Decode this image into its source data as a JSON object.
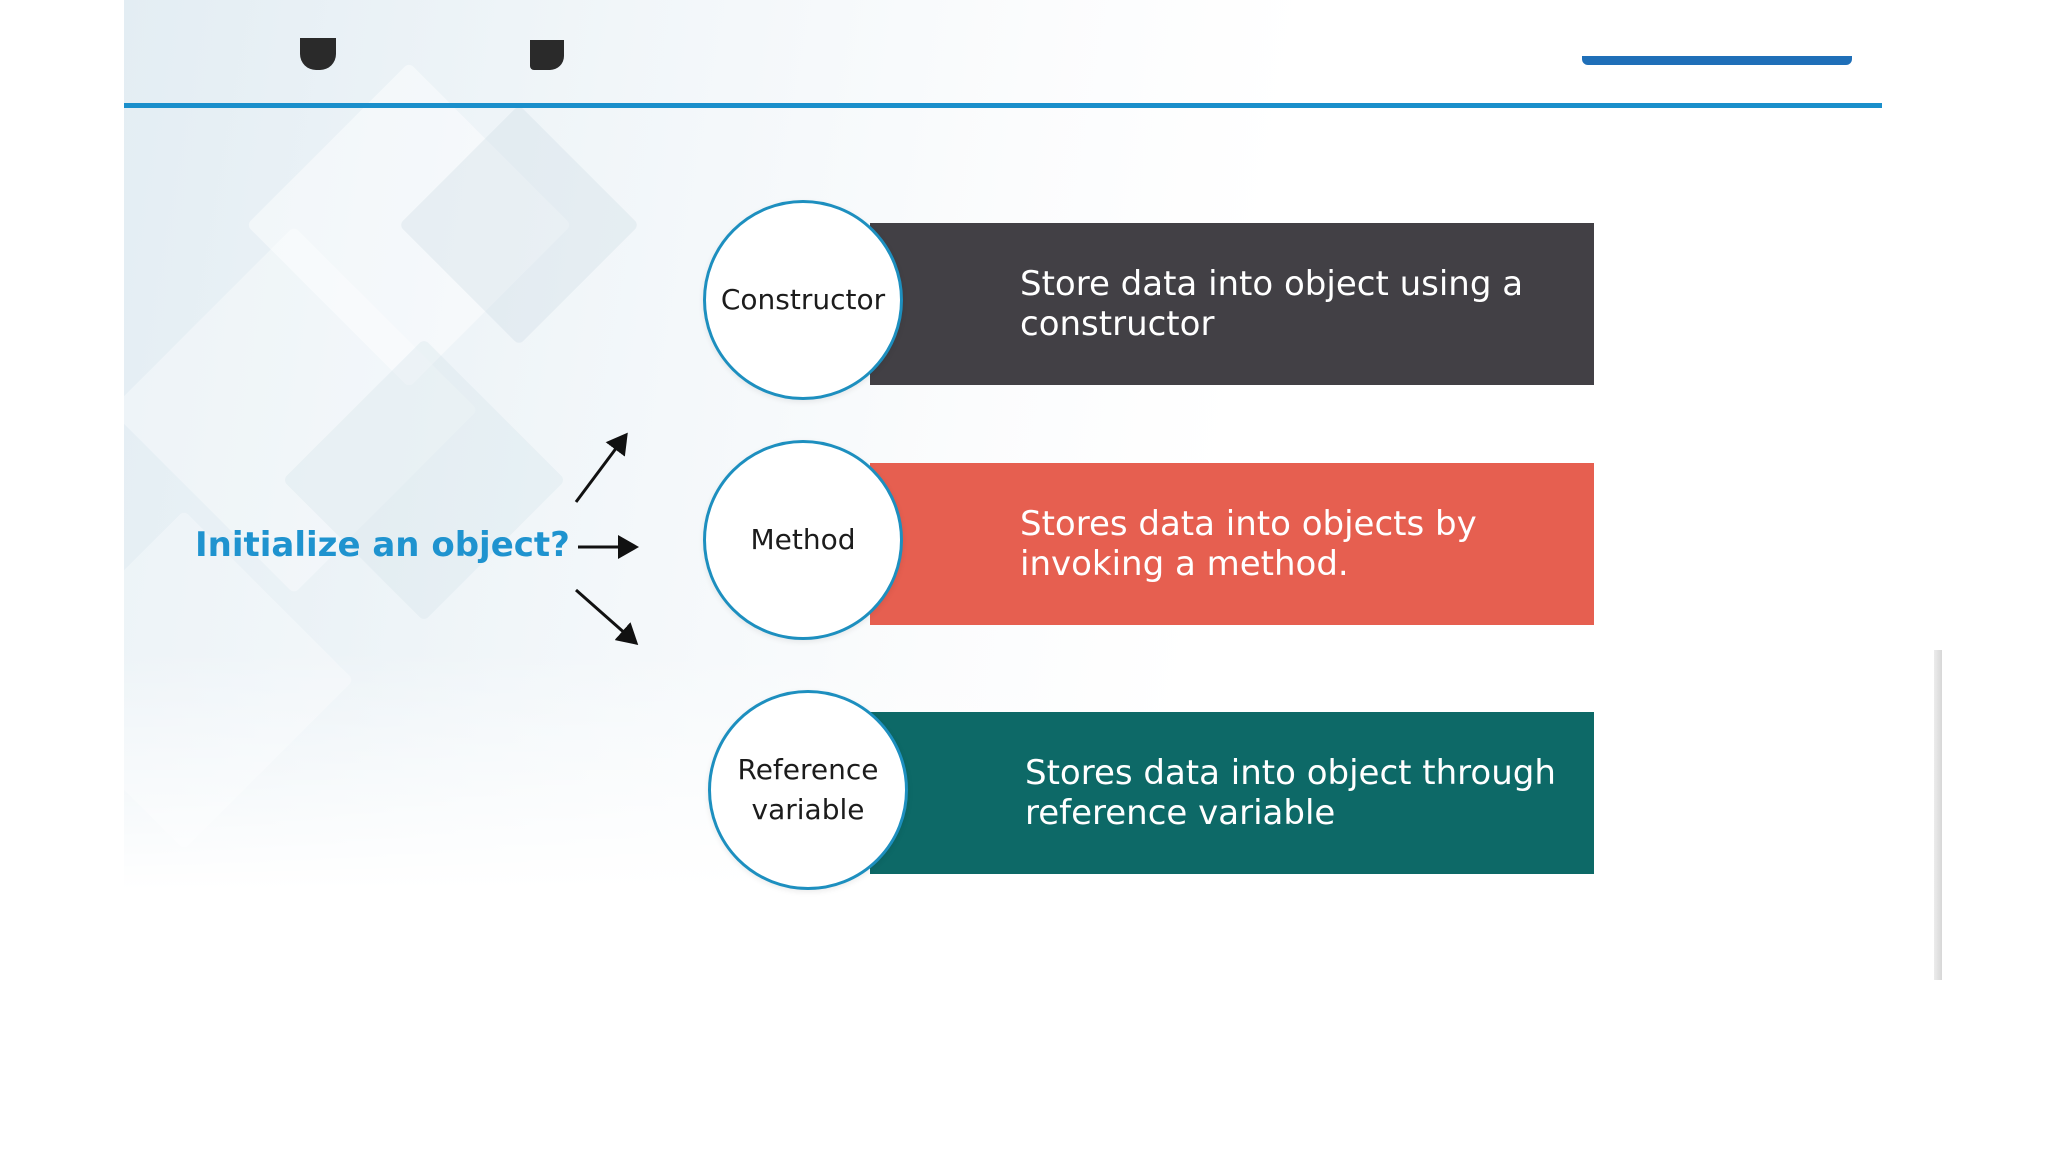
{
  "question": {
    "label": "Initialize an object?",
    "color": "#1f93cf"
  },
  "accent_color": "#1a8fcb",
  "rows": [
    {
      "circle_label": "Constructor",
      "description": "Store data into object using a constructor",
      "color": "#424045"
    },
    {
      "circle_label": "Method",
      "description": "Stores data into objects by invoking a method.",
      "color": "#e65f50"
    },
    {
      "circle_label": "Reference variable",
      "description": "Stores data into object through reference variable",
      "color": "#0d6967"
    }
  ]
}
